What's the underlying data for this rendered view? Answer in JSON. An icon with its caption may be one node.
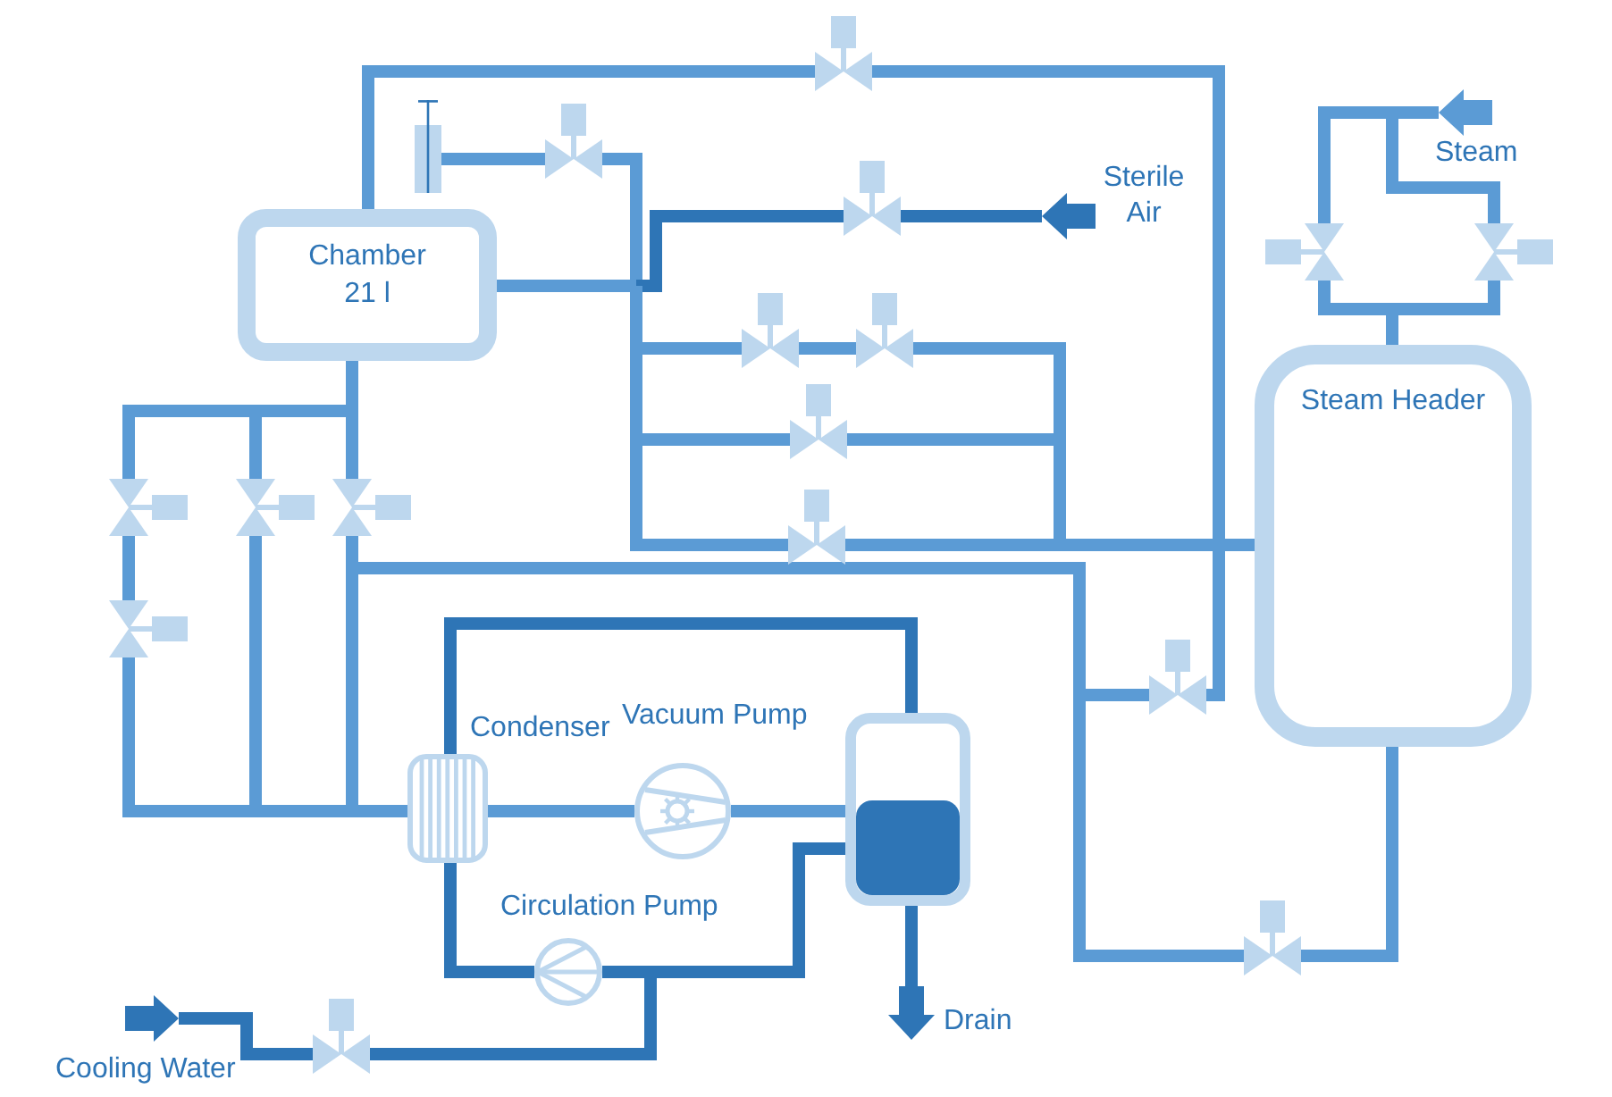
{
  "diagram": {
    "nodes": [
      {
        "text": [],
        "shape": "valve"
      },
      {
        "text": [],
        "shape": "arrow",
        "beside": [
          "Steam"
        ]
      },
      {
        "text": [],
        "shape": "box"
      },
      {
        "text": [],
        "shape": "valve"
      },
      {
        "text": [
          "Chamber 21 l"
        ]
      },
      {
        "text": [],
        "shape": "valve"
      },
      {
        "text": [],
        "shape": "arrow",
        "beside": [
          "Sterile Air"
        ]
      },
      {
        "text": [],
        "shape": "valve"
      },
      {
        "text": [],
        "shape": "valve"
      },
      {
        "text": [],
        "shape": "valve"
      },
      {
        "text": [],
        "shape": "valve"
      },
      {
        "text": [
          "Steam Header"
        ]
      },
      {
        "text": [],
        "shape": "valve"
      },
      {
        "text": [],
        "shape": "valve"
      },
      {
        "text": [],
        "shape": "valve"
      },
      {
        "text": [],
        "shape": "valve"
      },
      {
        "text": [],
        "shape": "valve"
      },
      {
        "text": [],
        "shape": "valve"
      },
      {
        "text": [],
        "shape": "valve"
      },
      {
        "text": [],
        "shape": "box",
        "beside": [
          "Condenser"
        ]
      },
      {
        "text": [],
        "shape": "circle",
        "beside": [
          "Vacuum Pump"
        ]
      },
      {
        "text": [],
        "shape": "box"
      },
      {
        "text": [],
        "shape": "circle",
        "beside": [
          "Circulation Pump"
        ]
      },
      {
        "text": [],
        "shape": "valve"
      },
      {
        "text": [],
        "shape": "arrow",
        "beside": [
          "Drain"
        ]
      },
      {
        "text": [],
        "shape": "arrow",
        "beside": [
          "Cooling Water"
        ]
      },
      {
        "text": [],
        "shape": "valve"
      }
    ],
    "edges": [
      {
        "from": 4,
        "to": 0,
        "arrow": "none"
      },
      {
        "from": 0,
        "to": 18,
        "arrow": "none"
      },
      {
        "from": 1,
        "to": 7,
        "arrow": "none"
      },
      {
        "from": 1,
        "to": 8,
        "arrow": "none"
      },
      {
        "from": 7,
        "to": 11,
        "arrow": "none"
      },
      {
        "from": 8,
        "to": 11,
        "arrow": "none"
      },
      {
        "from": 2,
        "to": 3,
        "arrow": "none"
      },
      {
        "from": 3,
        "to": 4,
        "arrow": "none"
      },
      {
        "from": 6,
        "to": 5,
        "arrow": "none",
        "color": "#2e75b6"
      },
      {
        "from": 5,
        "to": 4,
        "arrow": "none",
        "color": "#2e75b6"
      },
      {
        "from": 4,
        "to": 9,
        "arrow": "none"
      },
      {
        "from": 9,
        "to": 10,
        "arrow": "none"
      },
      {
        "from": 10,
        "to": 11,
        "arrow": "none"
      },
      {
        "from": 4,
        "to": 12,
        "arrow": "none"
      },
      {
        "from": 12,
        "to": 11,
        "arrow": "none"
      },
      {
        "from": 4,
        "to": 16,
        "arrow": "none"
      },
      {
        "from": 16,
        "to": 11,
        "arrow": "none"
      },
      {
        "from": 4,
        "to": 13,
        "arrow": "none"
      },
      {
        "from": 4,
        "to": 14,
        "arrow": "none"
      },
      {
        "from": 4,
        "to": 15,
        "arrow": "none"
      },
      {
        "from": 13,
        "to": 17,
        "arrow": "none"
      },
      {
        "from": 17,
        "to": 19,
        "arrow": "none"
      },
      {
        "from": 14,
        "to": 19,
        "arrow": "none"
      },
      {
        "from": 15,
        "to": 19,
        "arrow": "none"
      },
      {
        "from": 11,
        "to": 23,
        "arrow": "none"
      },
      {
        "from": 23,
        "to": 18,
        "arrow": "none"
      },
      {
        "from": 23,
        "to": 19,
        "arrow": "none"
      },
      {
        "from": 19,
        "to": 20,
        "arrow": "none"
      },
      {
        "from": 20,
        "to": 21,
        "arrow": "none"
      },
      {
        "from": 19,
        "to": 21,
        "arrow": "none",
        "color": "#2e75b6"
      },
      {
        "from": 22,
        "to": 19,
        "arrow": "none",
        "color": "#2e75b6"
      },
      {
        "from": 21,
        "to": 22,
        "arrow": "none",
        "color": "#2e75b6"
      },
      {
        "from": 26,
        "to": 22,
        "arrow": "none",
        "color": "#2e75b6"
      },
      {
        "from": 25,
        "to": 26,
        "arrow": "none",
        "color": "#2e75b6"
      },
      {
        "from": 21,
        "to": 24,
        "arrow": "none",
        "color": "#2e75b6"
      }
    ]
  }
}
